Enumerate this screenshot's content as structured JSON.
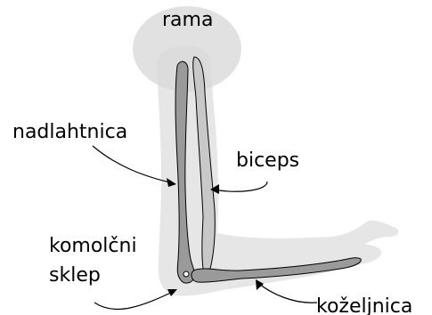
{
  "labels": {
    "rama": "rama",
    "nadlahtnica": "nadlahtnica",
    "biceps": "biceps",
    "komolcni_line1": "komolčni",
    "komolcni_line2": "sklep",
    "kozeljnica": "koželjnica"
  },
  "colors": {
    "arm_fill": "#e6e6e6",
    "shoulder_fill": "#d9d9d9",
    "bone_fill": "#9a9a9a",
    "biceps_fill": "#c8c8c8",
    "outline": "#000000",
    "label_text": "#000000"
  }
}
